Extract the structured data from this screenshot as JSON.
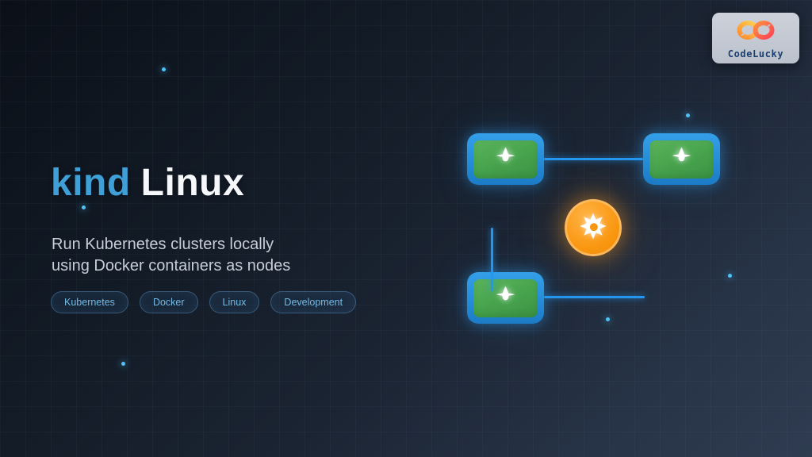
{
  "brand": {
    "name": "CodeLucky"
  },
  "hero": {
    "title_accent": "kind",
    "title_rest": "Linux",
    "subtitle_line1": "Run Kubernetes clusters locally",
    "subtitle_line2": "using Docker containers as nodes"
  },
  "tags": [
    "Kubernetes",
    "Docker",
    "Linux",
    "Development"
  ],
  "icons": {
    "brand_logo": "infinity-icon",
    "node": "sparkle-icon",
    "control_plane": "gear-icon"
  },
  "colors": {
    "accent_blue": "#3fa0d8",
    "title_white": "#f5f7fa",
    "subtitle_gray": "#c7ced8",
    "tag_text_blue": "#74b9e5",
    "connector_blue": "#2596ee",
    "node_border_blue": "#2e96e0",
    "node_green": "#46a24c",
    "control_plane_orange": "#f7941d",
    "particle_blue": "#4fc3f7",
    "background_top_left": "#0b1018",
    "background_bottom_right": "#2f3c51",
    "logo_card_gray": "#c4c9d3",
    "brand_text_navy": "#1c3f6e"
  }
}
